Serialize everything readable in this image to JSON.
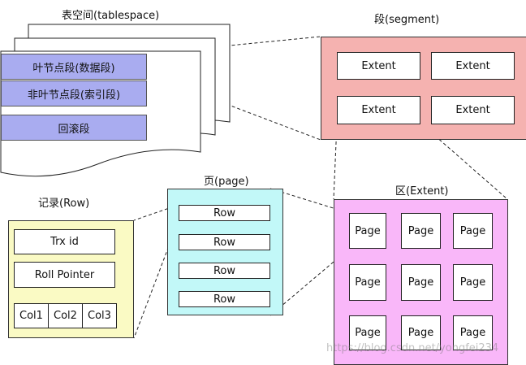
{
  "tablespace": {
    "title": "表空间(tablespace)",
    "segments": [
      "叶节点段(数据段)",
      "非叶节点段(索引段)",
      "回滚段"
    ]
  },
  "segment": {
    "title": "段(segment)",
    "extents": [
      "Extent",
      "Extent",
      "Extent",
      "Extent"
    ]
  },
  "extent": {
    "title": "区(Extent)",
    "pages": [
      "Page",
      "Page",
      "Page",
      "Page",
      "Page",
      "Page",
      "Page",
      "Page",
      "Page"
    ]
  },
  "page": {
    "title": "页(page)",
    "rows": [
      "Row",
      "Row",
      "Row",
      "Row"
    ]
  },
  "row": {
    "title": "记录(Row)",
    "trx_id": "Trx id",
    "roll_pointer": "Roll Pointer",
    "cols": [
      "Col1",
      "Col2",
      "Col3"
    ]
  },
  "watermark": "https://blog.csdn.net/yongfei234",
  "colors": {
    "segment_items": "#a9acf0",
    "segment_panel": "#f5b2b0",
    "extent_panel": "#f9b7f9",
    "page_panel": "#c2f8f8",
    "row_panel": "#fafac4"
  }
}
